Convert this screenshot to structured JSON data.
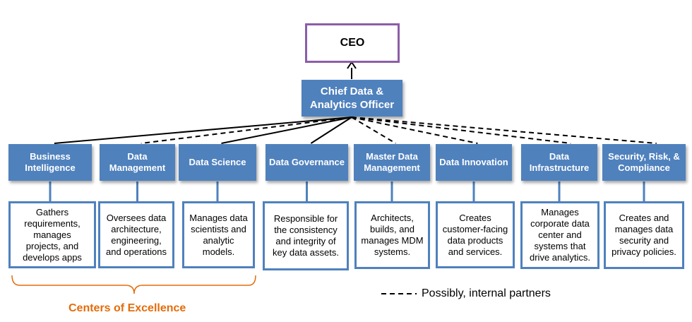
{
  "ceo": {
    "label": "CEO"
  },
  "cdo": {
    "label": "Chief Data & Analytics Officer"
  },
  "departments": [
    {
      "name": "Business Intelligence",
      "description": "Gathers requirements, manages projects, and develops apps",
      "link": "solid"
    },
    {
      "name": "Data Management",
      "description": "Oversees data architecture, engineering, and operations",
      "link": "dashed"
    },
    {
      "name": "Data Science",
      "description": "Manages data scientists and analytic models.",
      "link": "solid"
    },
    {
      "name": "Data Governance",
      "description": "Responsible for the consistency and integrity of key data assets.",
      "link": "solid"
    },
    {
      "name": "Master Data Management",
      "description": "Architects, builds, and manages MDM systems.",
      "link": "dashed"
    },
    {
      "name": "Data Innovation",
      "description": "Creates customer-facing data products and services.",
      "link": "dashed"
    },
    {
      "name": "Data Infrastructure",
      "description": "Manages corporate data center and systems that drive analytics.",
      "link": "dashed"
    },
    {
      "name": "Security, Risk, & Compliance",
      "description": "Creates and manages data security and privacy policies.",
      "link": "dashed"
    }
  ],
  "centers_of_excellence": {
    "label": "Centers of Excellence",
    "color": "#e46c0a"
  },
  "legend": {
    "label": "Possibly, internal partners"
  },
  "colors": {
    "box_fill": "#4f81bd",
    "ceo_border": "#8b5ea8"
  }
}
